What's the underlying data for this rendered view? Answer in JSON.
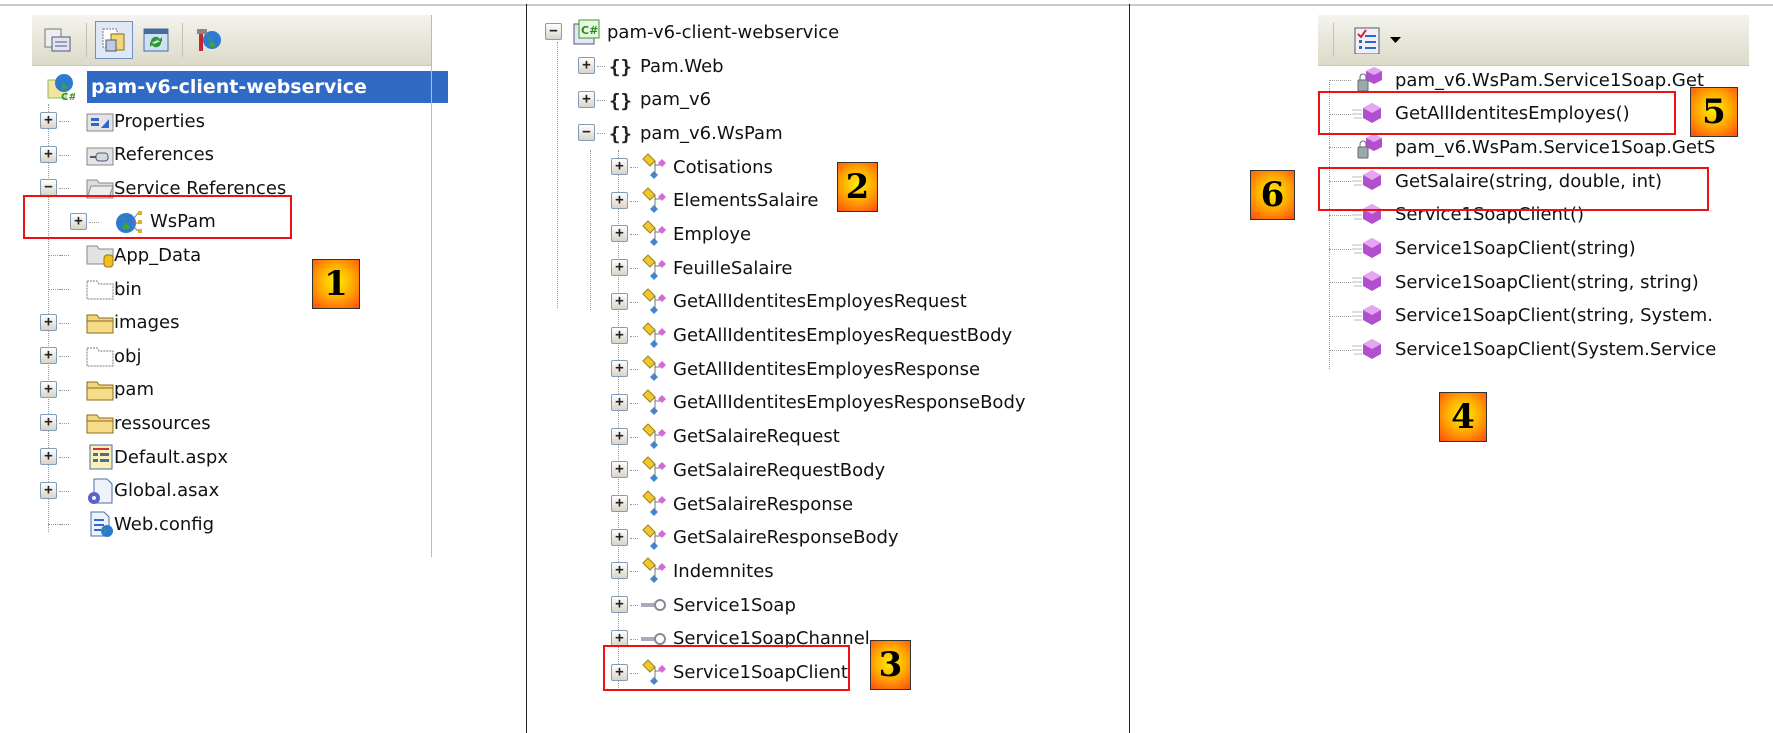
{
  "panel1": {
    "toolbar": [
      "show-all-files-icon",
      "properties-icon",
      "refresh-icon",
      "web-reference-icon"
    ],
    "project": "pam-v6-client-webservice",
    "items": [
      {
        "label": "Properties",
        "icon": "properties-folder-icon",
        "expander": "+"
      },
      {
        "label": "References",
        "icon": "references-folder-icon",
        "expander": "+"
      },
      {
        "label": "Service References",
        "icon": "open-folder-icon",
        "expander": "-"
      },
      {
        "label": "WsPam",
        "icon": "service-reference-icon",
        "expander": "+",
        "level": 2
      },
      {
        "label": "App_Data",
        "icon": "data-folder-icon",
        "expander": ""
      },
      {
        "label": "bin",
        "icon": "hidden-folder-icon",
        "expander": ""
      },
      {
        "label": "images",
        "icon": "folder-icon",
        "expander": "+"
      },
      {
        "label": "obj",
        "icon": "hidden-folder-icon",
        "expander": "+"
      },
      {
        "label": "pam",
        "icon": "folder-icon",
        "expander": "+"
      },
      {
        "label": "ressources",
        "icon": "folder-icon",
        "expander": "+"
      },
      {
        "label": "Default.aspx",
        "icon": "aspx-file-icon",
        "expander": "+"
      },
      {
        "label": "Global.asax",
        "icon": "asax-file-icon",
        "expander": "+"
      },
      {
        "label": "Web.config",
        "icon": "config-file-icon",
        "expander": ""
      }
    ],
    "badge": "1"
  },
  "panel2": {
    "root": "pam-v6-client-webservice",
    "namespaces": [
      {
        "label": "Pam.Web",
        "expander": "+"
      },
      {
        "label": "pam_v6",
        "expander": "+"
      },
      {
        "label": "pam_v6.WsPam",
        "expander": "-"
      }
    ],
    "classes": [
      {
        "label": "Cotisations",
        "icon": "class"
      },
      {
        "label": "ElementsSalaire",
        "icon": "class"
      },
      {
        "label": "Employe",
        "icon": "class"
      },
      {
        "label": "FeuilleSalaire",
        "icon": "class"
      },
      {
        "label": "GetAllIdentitesEmployesRequest",
        "icon": "class"
      },
      {
        "label": "GetAllIdentitesEmployesRequestBody",
        "icon": "class"
      },
      {
        "label": "GetAllIdentitesEmployesResponse",
        "icon": "class"
      },
      {
        "label": "GetAllIdentitesEmployesResponseBody",
        "icon": "class"
      },
      {
        "label": "GetSalaireRequest",
        "icon": "class"
      },
      {
        "label": "GetSalaireRequestBody",
        "icon": "class"
      },
      {
        "label": "GetSalaireResponse",
        "icon": "class"
      },
      {
        "label": "GetSalaireResponseBody",
        "icon": "class"
      },
      {
        "label": "Indemnites",
        "icon": "class"
      },
      {
        "label": "Service1Soap",
        "icon": "interface"
      },
      {
        "label": "Service1SoapChannel",
        "icon": "interface"
      },
      {
        "label": "Service1SoapClient",
        "icon": "class"
      }
    ],
    "badge2": "2",
    "badge3": "3"
  },
  "panel3": {
    "toolbar": [
      "member-list-icon",
      "dropdown-arrow-icon"
    ],
    "members": [
      {
        "label": "pam_v6.WsPam.Service1Soap.Get",
        "locked": true
      },
      {
        "label": "GetAllIdentitesEmployes()",
        "locked": false
      },
      {
        "label": "pam_v6.WsPam.Service1Soap.GetS",
        "locked": true
      },
      {
        "label": "GetSalaire(string, double, int)",
        "locked": false
      },
      {
        "label": "Service1SoapClient()",
        "locked": false
      },
      {
        "label": "Service1SoapClient(string)",
        "locked": false
      },
      {
        "label": "Service1SoapClient(string, string)",
        "locked": false
      },
      {
        "label": "Service1SoapClient(string, System.",
        "locked": false
      },
      {
        "label": "Service1SoapClient(System.Service",
        "locked": false
      }
    ],
    "badge4": "4",
    "badge5": "5",
    "badge6": "6"
  },
  "colors": {
    "selection": "#316ac5",
    "highlight_box": "#ee1111",
    "method": "#b24fcf"
  }
}
